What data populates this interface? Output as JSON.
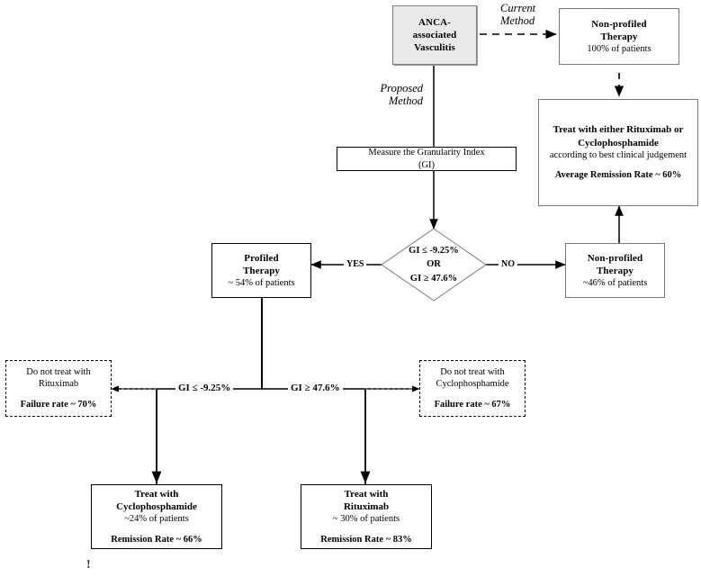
{
  "diagram": {
    "title": "ANCA-associated Vasculitis treatment pathway flowchart",
    "colors": {
      "shaded_fill": "#e9e9e9",
      "line": "#000000",
      "gray_border": "#7a7a7a"
    },
    "labels": {
      "current_method": "Current\nMethod",
      "current_method_line1": "Current",
      "current_method_line2": "Method",
      "proposed_method_line1": "Proposed",
      "proposed_method_line2": "Method",
      "yes": "YES",
      "no": "NO",
      "branch_left": "GI ≤ -9.25%",
      "branch_right": "GI ≥ 47.6%",
      "stray_mark": "!"
    },
    "nodes": {
      "root": {
        "line1": "ANCA-",
        "line2": "associated",
        "line3": "Vasculitis"
      },
      "non_profiled_top": {
        "line1": "Non-profiled",
        "line2": "Therapy",
        "sub": "100% of patients"
      },
      "current_treatment": {
        "line1": "Treat with either Rituximab or",
        "line2": "Cyclophosphamide",
        "line3": "according to best clinical judgement",
        "stat": "Average Remission Rate ~ 60%"
      },
      "measure_gi": {
        "line1": "Measure the Granularity Index",
        "line2": "(GI)"
      },
      "decision": {
        "line1": "GI ≤ -9.25%",
        "line2": "OR",
        "line3": "GI ≥ 47.6%"
      },
      "profiled_therapy": {
        "line1": "Profiled",
        "line2": "Therapy",
        "sub": "~ 54% of patients"
      },
      "non_profiled_mid": {
        "line1": "Non-profiled",
        "line2": "Therapy",
        "sub": "~46% of patients"
      },
      "no_rituximab": {
        "line1": "Do not treat with",
        "line2": "Rituximab",
        "stat": "Failure rate ~ 70%"
      },
      "no_cyclophosphamide": {
        "line1": "Do not treat with",
        "line2": "Cyclophosphamide",
        "stat": "Failure rate ~ 67%"
      },
      "treat_cyclophosphamide": {
        "line1": "Treat with",
        "line2": "Cyclophosphamide",
        "sub": "~24% of patients",
        "stat": "Remission Rate ~ 66%"
      },
      "treat_rituximab": {
        "line1": "Treat with",
        "line2": "Rituximab",
        "sub": "~ 30% of patients",
        "stat": "Remission Rate ~ 83%"
      }
    }
  }
}
